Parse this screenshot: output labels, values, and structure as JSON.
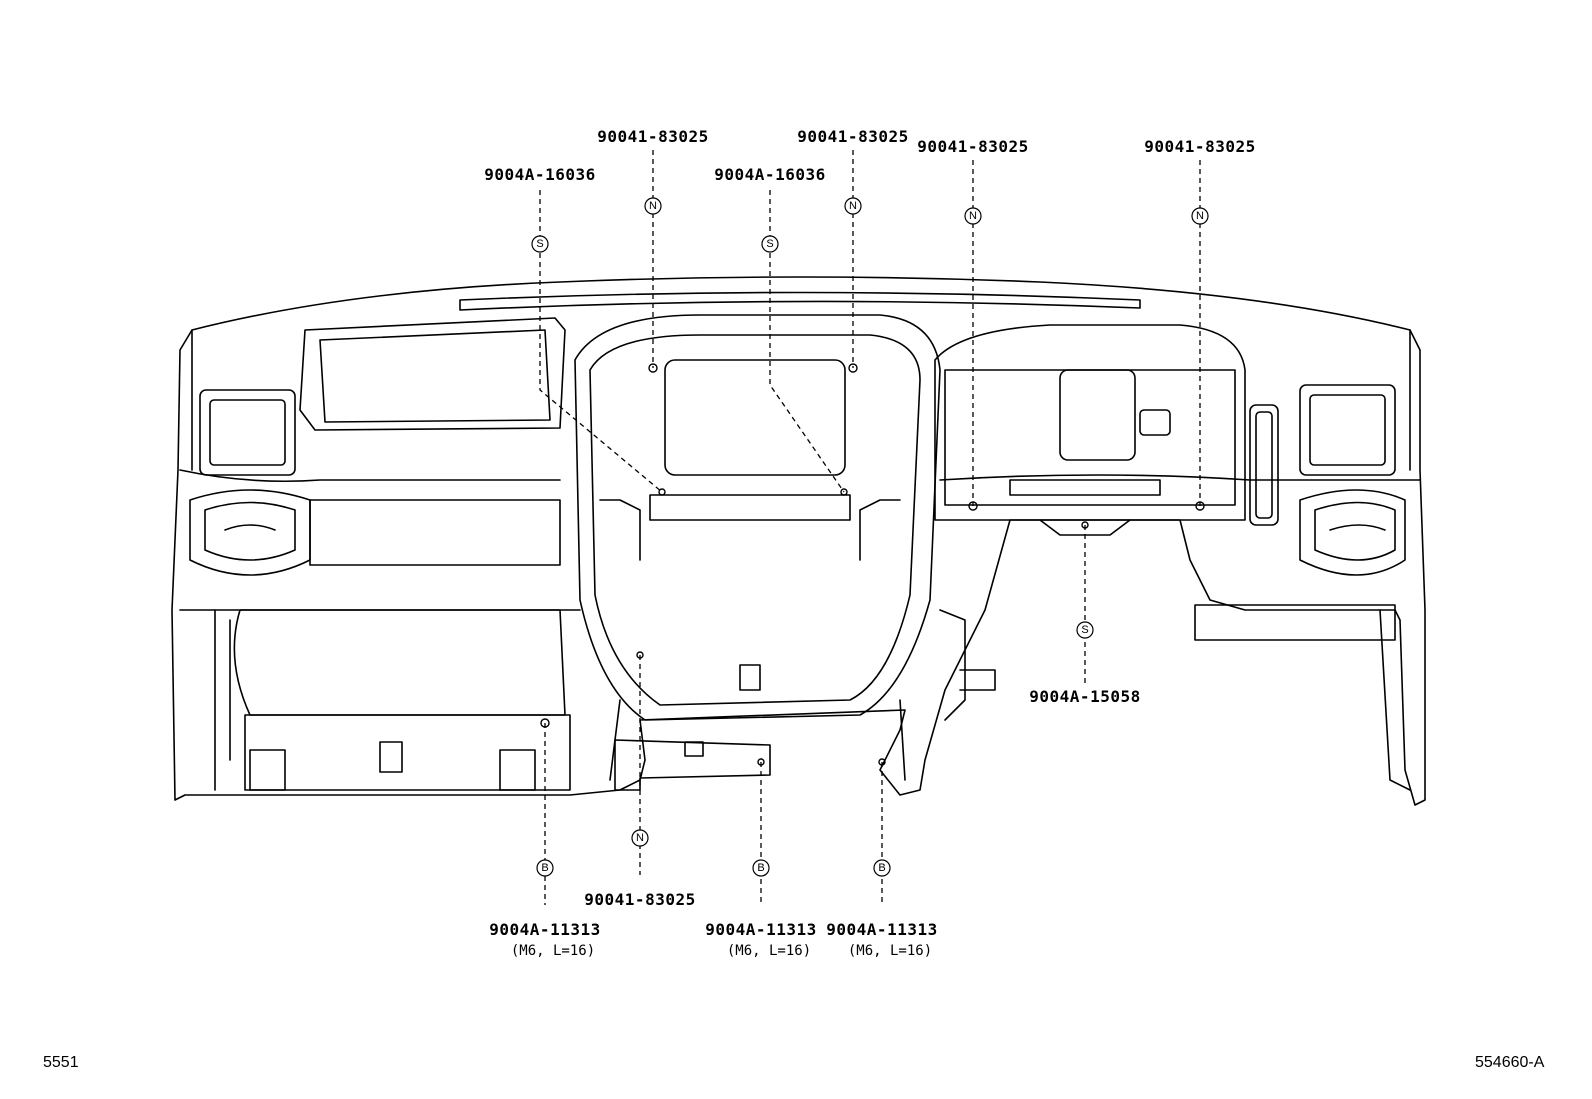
{
  "labels": {
    "n_top_1": "90041-83025",
    "n_top_2": "90041-83025",
    "n_top_3": "90041-83025",
    "n_top_4": "90041-83025",
    "s_top_1": "9004A-16036",
    "s_top_2": "9004A-16036",
    "s_right": "9004A-15058",
    "n_bottom": "90041-83025",
    "b_1": "9004A-11313",
    "b_2": "9004A-11313",
    "b_3": "9004A-11313",
    "b_spec_1": "(M6, L=16)",
    "b_spec_2": "(M6, L=16)",
    "b_spec_3": "(M6, L=16)"
  },
  "markers": {
    "n": "N",
    "s": "S",
    "b": "B"
  },
  "footer": {
    "left_code": "5551",
    "right_code": "554660-A"
  }
}
